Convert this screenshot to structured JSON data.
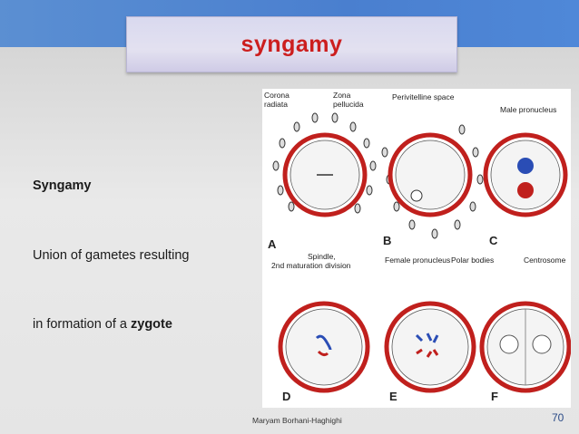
{
  "slide": {
    "title": "syngamy",
    "body": {
      "heading": "Syngamy",
      "line1": "Union of gametes resulting",
      "line2_prefix": "in formation of a ",
      "line2_bold": "zygote"
    },
    "figure": {
      "labels": {
        "corona": "Corona",
        "radiata": "radiata",
        "zona": "Zona",
        "pellucida": "pellucida",
        "perivitelline": "Perivitelline space",
        "male_pronucleus": "Male pronucleus",
        "spindle": "Spindle,",
        "maturation": "2nd maturation division",
        "female_pronucleus": "Female pronucleus",
        "polar_bodies": "Polar bodies",
        "centrosome": "Centrosome"
      },
      "panels": [
        "A",
        "B",
        "C",
        "D",
        "E",
        "F"
      ]
    },
    "footer": {
      "author": "Maryam Borhani-Haghighi",
      "page": "70"
    }
  },
  "colors": {
    "title": "#cc1e1e",
    "band": "#4a7fcf",
    "cell_ring": "#c0201d"
  }
}
